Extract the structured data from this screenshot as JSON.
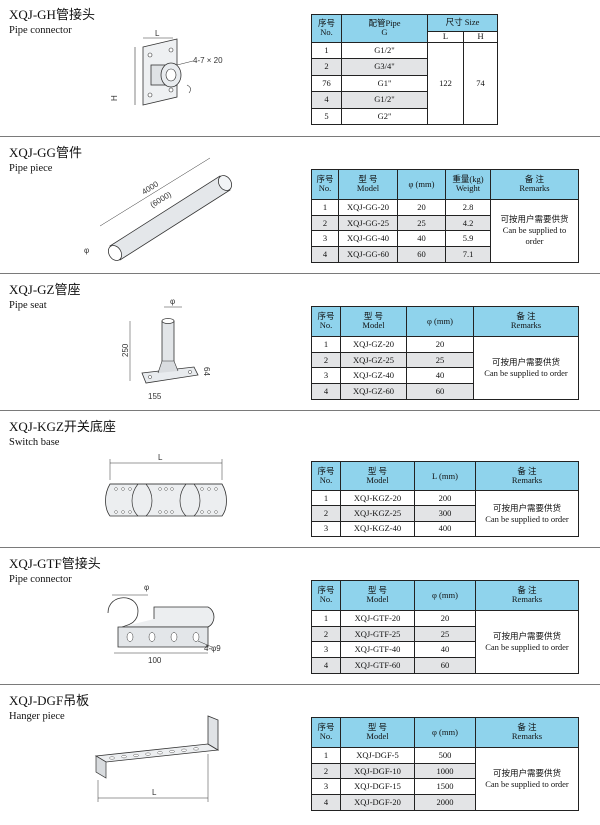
{
  "sections": [
    {
      "title": "XQJ-GH管接头",
      "subtitle": "Pipe connector",
      "drawing": {
        "labels": [
          "L",
          "4-7 × 20",
          "H"
        ]
      },
      "table": {
        "headers": {
          "no_cn": "序号",
          "no_en": "No.",
          "col2_cn": "配管Pipe",
          "col2_en": "G",
          "size": "尺寸 Size",
          "l": "L",
          "h": "H"
        },
        "rows": [
          {
            "no": "1",
            "g": "G1/2\""
          },
          {
            "no": "2",
            "g": "G3/4\""
          },
          {
            "no": "76",
            "g": "G1\""
          },
          {
            "no": "4",
            "g": "G1/2\""
          },
          {
            "no": "5",
            "g": "G2\""
          }
        ],
        "l_value": "122",
        "h_value": "74"
      }
    },
    {
      "title": "XQJ-GG管件",
      "subtitle": "Pipe piece",
      "drawing": {
        "labels": [
          "4000",
          "(6000)",
          "φ"
        ]
      },
      "table": {
        "headers": {
          "no_cn": "序号",
          "no_en": "No.",
          "model_cn": "型 号",
          "model_en": "Model",
          "col3": "φ (mm)",
          "weight_cn": "重量(kg)",
          "weight_en": "Weight",
          "remarks_cn": "备 注",
          "remarks_en": "Remarks"
        },
        "rows": [
          {
            "no": "1",
            "model": "XQJ-GG-20",
            "dia": "20",
            "weight": "2.8"
          },
          {
            "no": "2",
            "model": "XQJ-GG-25",
            "dia": "25",
            "weight": "4.2"
          },
          {
            "no": "3",
            "model": "XQJ-GG-40",
            "dia": "40",
            "weight": "5.9"
          },
          {
            "no": "4",
            "model": "XQJ-GG-60",
            "dia": "60",
            "weight": "7.1"
          }
        ],
        "remark_cn": "可按用户需要供货",
        "remark_en_1": "Can be supplied to",
        "remark_en_2": "order"
      }
    },
    {
      "title": "XQJ-GZ管座",
      "subtitle": "Pipe seat",
      "drawing": {
        "labels": [
          "φ",
          "250",
          "64",
          "155"
        ]
      },
      "table": {
        "headers": {
          "no_cn": "序号",
          "no_en": "No.",
          "model_cn": "型 号",
          "model_en": "Model",
          "col3": "φ (mm)",
          "remarks_cn": "备 注",
          "remarks_en": "Remarks"
        },
        "rows": [
          {
            "no": "1",
            "model": "XQJ-GZ-20",
            "val": "20"
          },
          {
            "no": "2",
            "model": "XQJ-GZ-25",
            "val": "25"
          },
          {
            "no": "3",
            "model": "XQJ-GZ-40",
            "val": "40"
          },
          {
            "no": "4",
            "model": "XQJ-GZ-60",
            "val": "60"
          }
        ],
        "remark_cn": "可按用户需要供货",
        "remark_en": "Can be supplied to order"
      }
    },
    {
      "title": "XQJ-KGZ开关底座",
      "subtitle": "Switch base",
      "drawing": {
        "labels": [
          "L"
        ]
      },
      "table": {
        "headers": {
          "no_cn": "序号",
          "no_en": "No.",
          "model_cn": "型 号",
          "model_en": "Model",
          "col3": "L (mm)",
          "remarks_cn": "备 注",
          "remarks_en": "Remarks"
        },
        "rows": [
          {
            "no": "1",
            "model": "XQJ-KGZ-20",
            "val": "200"
          },
          {
            "no": "2",
            "model": "XQJ-KGZ-25",
            "val": "300"
          },
          {
            "no": "3",
            "model": "XQJ-KGZ-40",
            "val": "400"
          }
        ],
        "remark_cn": "可按用户需要供货",
        "remark_en": "Can be supplied to order"
      }
    },
    {
      "title": "XQJ-GTF管接头",
      "subtitle": "Pipe connector",
      "drawing": {
        "labels": [
          "φ",
          "4-φ9",
          "100"
        ]
      },
      "table": {
        "headers": {
          "no_cn": "序号",
          "no_en": "No.",
          "model_cn": "型 号",
          "model_en": "Model",
          "col3": "φ (mm)",
          "remarks_cn": "备 注",
          "remarks_en": "Remarks"
        },
        "rows": [
          {
            "no": "1",
            "model": "XQJ-GTF-20",
            "val": "20"
          },
          {
            "no": "2",
            "model": "XQJ-GTF-25",
            "val": "25"
          },
          {
            "no": "3",
            "model": "XQJ-GTF-40",
            "val": "40"
          },
          {
            "no": "4",
            "model": "XQJ-GTF-60",
            "val": "60"
          }
        ],
        "remark_cn": "可按用户需要供货",
        "remark_en": "Can be supplied to order"
      }
    },
    {
      "title": "XQJ-DGF吊板",
      "subtitle": "Hanger piece",
      "drawing": {
        "labels": [
          "L"
        ]
      },
      "table": {
        "headers": {
          "no_cn": "序号",
          "no_en": "No.",
          "model_cn": "型 号",
          "model_en": "Model",
          "col3": "φ (mm)",
          "remarks_cn": "备 注",
          "remarks_en": "Remarks"
        },
        "rows": [
          {
            "no": "1",
            "model": "XQJ-DGF-5",
            "val": "500"
          },
          {
            "no": "2",
            "model": "XQJ-DGF-10",
            "val": "1000"
          },
          {
            "no": "3",
            "model": "XQJ-DGF-15",
            "val": "1500"
          },
          {
            "no": "4",
            "model": "XQJ-DGF-20",
            "val": "2000"
          }
        ],
        "remark_cn": "可按用户需要供货",
        "remark_en": "Can be supplied to order"
      }
    }
  ],
  "colors": {
    "header_bg": "#8fd3ec",
    "stripe_bg": "#e3e4e6",
    "border": "#222222",
    "divider": "#7a7a7a"
  }
}
